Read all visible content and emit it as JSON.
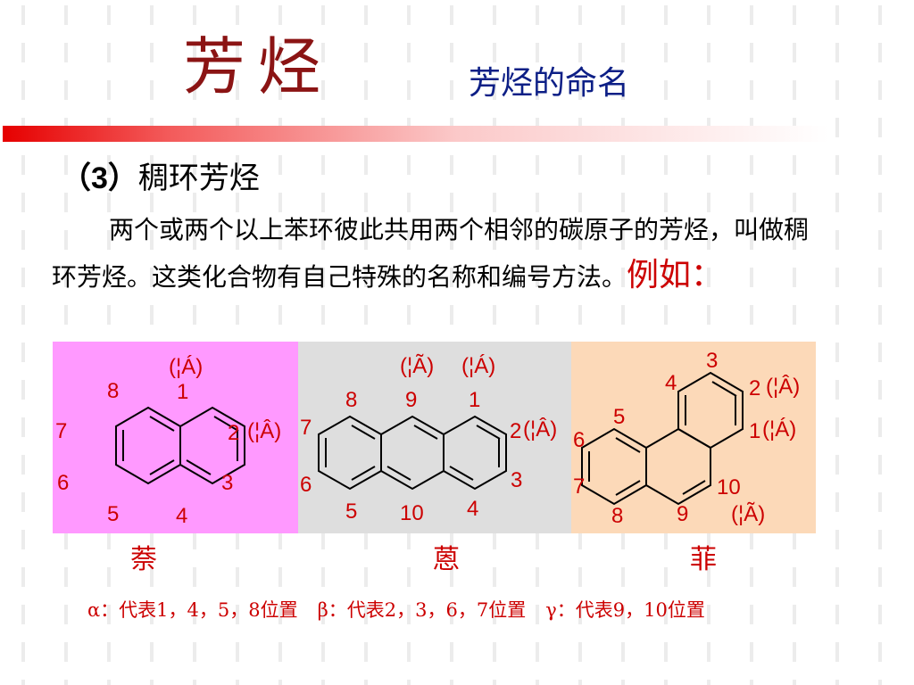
{
  "title": {
    "main": "芳烃",
    "sub": "芳烃的命名"
  },
  "section": {
    "number": "（3）",
    "heading": "稠环芳烃"
  },
  "paragraph": {
    "text": "两个或两个以上苯环彼此共用两个相邻的碳原子的芳烃，叫做稠环芳烃。这类化合物有自己特殊的名称和编号方法。",
    "example_label": "例如："
  },
  "molecules": {
    "naphthalene": {
      "name": "萘",
      "bg": "#ff99ff",
      "labels": {
        "n1": "1",
        "n2": "2",
        "n3": "3",
        "n4": "4",
        "n5": "5",
        "n6": "6",
        "n7": "7",
        "n8": "8",
        "alpha": "(¦Á)",
        "beta": "(¦Â)"
      }
    },
    "anthracene": {
      "name": "蒽",
      "bg": "#dedede",
      "labels": {
        "n1": "1",
        "n2": "2",
        "n3": "3",
        "n4": "4",
        "n5": "5",
        "n6": "6",
        "n7": "7",
        "n8": "8",
        "n9": "9",
        "n10": "10",
        "gamma": "(¦Ã)",
        "alpha": "(¦Á)",
        "beta": "(¦Â)"
      }
    },
    "phenanthrene": {
      "name": "菲",
      "bg": "#fcd9b8",
      "labels": {
        "n1": "1",
        "n2": "2",
        "n3": "3",
        "n4": "4",
        "n5": "5",
        "n6": "6",
        "n7": "7",
        "n8": "8",
        "n9": "9",
        "n10": "10",
        "beta": "(¦Â)",
        "alpha": "(¦Á)",
        "gamma": "(¦Ã)"
      }
    }
  },
  "footnote": {
    "alpha": "α：代表1，4，5，8位置",
    "beta": "β：代表2，3，6，7位置",
    "gamma": "γ：代表9，10位置"
  },
  "colors": {
    "title": "#8b1414",
    "subtitle": "#0d1f86",
    "accent_red": "#cc0000",
    "bar": "#e60000"
  }
}
